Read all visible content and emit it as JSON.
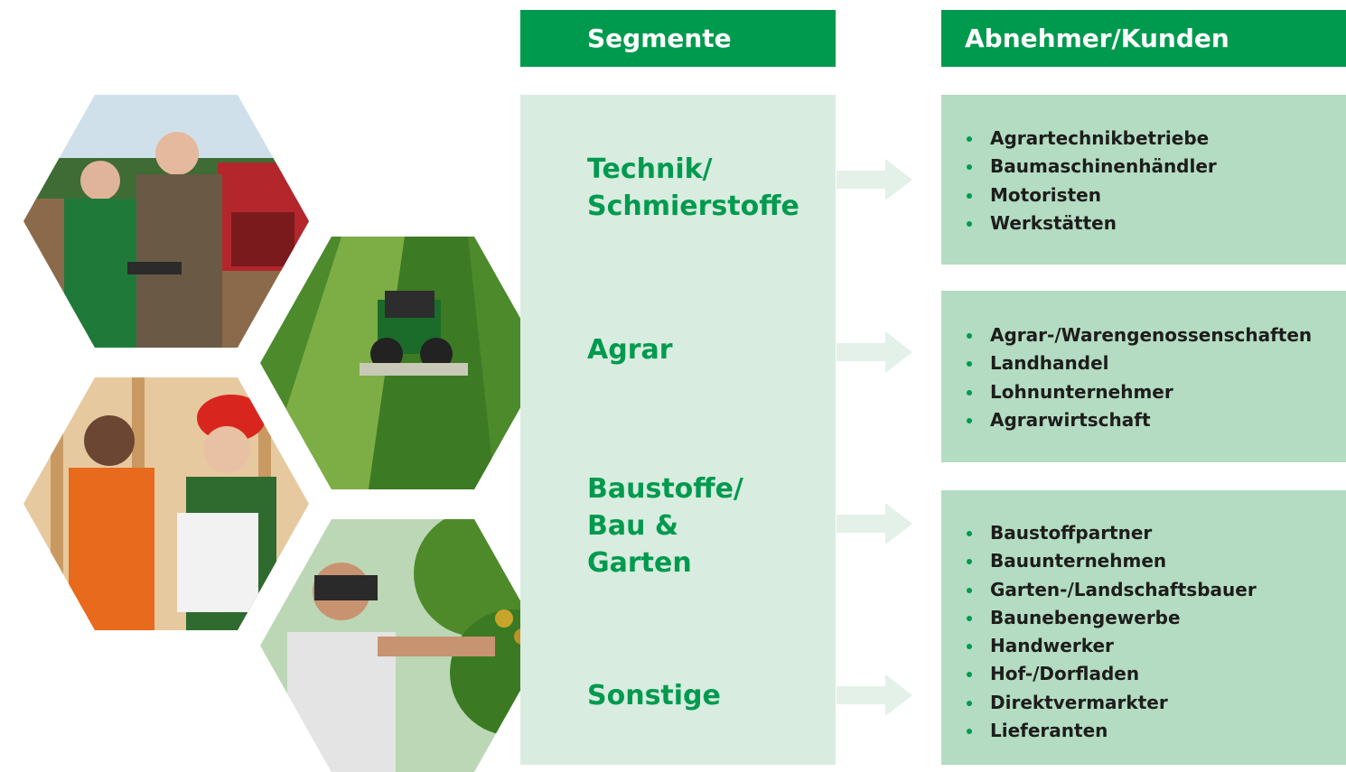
{
  "headers": {
    "segments": "Segmente",
    "customers": "Abnehmer/Kunden"
  },
  "segments": [
    {
      "label": "Technik/\nSchmierstoffe"
    },
    {
      "label": "Agrar"
    },
    {
      "label": "Baustoffe/\nBau &\nGarten"
    },
    {
      "label": "Sonstige"
    }
  ],
  "customer_groups": [
    {
      "items": [
        "Agrartechnikbetriebe",
        "Baumaschinenhändler",
        "Motoristen",
        "Werkstätten"
      ]
    },
    {
      "items": [
        "Agrar-/Warengenossenschaften",
        "Landhandel",
        "Lohnunternehmer",
        "Agrarwirtschaft"
      ]
    },
    {
      "items": [
        "Baustoffpartner",
        "Bauunternehmen",
        "Garten-/Landschaftsbauer",
        "Baunebengewerbe",
        "Handwerker",
        "Hof-/Dorfladen",
        "Direktvermarkter",
        "Lieferanten"
      ]
    }
  ],
  "colors": {
    "brand_green": "#009a4e",
    "segment_panel": "#d9ece0",
    "customer_box": "#b3dcc2",
    "arrow": "#e3f1e8"
  },
  "photos": [
    {
      "icon": "farmers-with-tablet-photo"
    },
    {
      "icon": "tractor-mowing-field-photo"
    },
    {
      "icon": "construction-workers-photo"
    },
    {
      "icon": "vr-greenhouse-photo"
    }
  ]
}
